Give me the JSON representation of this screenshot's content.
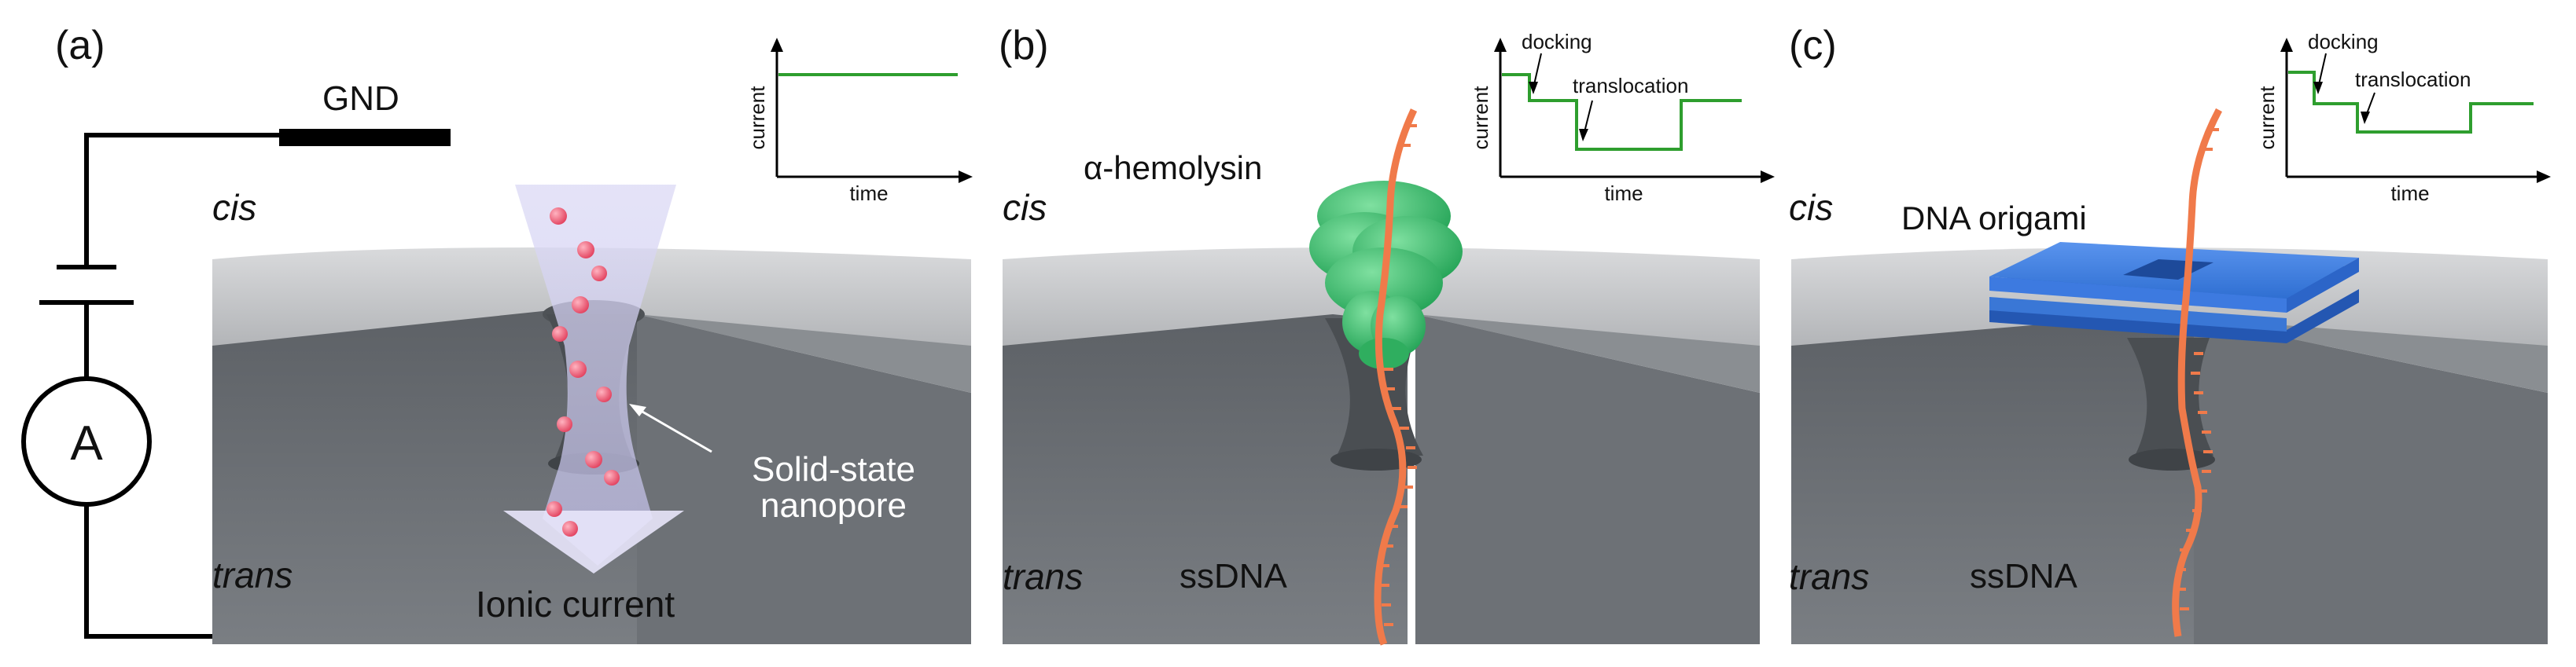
{
  "panels": {
    "a": {
      "label": "(a)",
      "cis": "cis",
      "trans": "trans",
      "gnd": "GND",
      "ammeter": "A",
      "pore_label_line1": "Solid-state",
      "pore_label_line2": "nanopore",
      "ionic_current": "Ionic current",
      "plot": {
        "ylabel": "current",
        "xlabel": "time"
      }
    },
    "b": {
      "label": "(b)",
      "cis": "cis",
      "trans": "trans",
      "protein": "α-hemolysin",
      "ssdna": "ssDNA",
      "plot": {
        "ylabel": "current",
        "xlabel": "time",
        "annot1": "docking",
        "annot2": "translocation"
      }
    },
    "c": {
      "label": "(c)",
      "cis": "cis",
      "trans": "trans",
      "origami": "DNA origami",
      "ssdna": "ssDNA",
      "plot": {
        "ylabel": "current",
        "xlabel": "time",
        "annot1": "docking",
        "annot2": "translocation"
      }
    }
  },
  "colors": {
    "membrane_top": "#c4c6c9",
    "membrane_side": "#6c7075",
    "dna": "#f07a4a",
    "protein": "#3cba6b",
    "origami": "#3a77d6",
    "trace": "#2e9e2e",
    "ion": "#e9536b"
  }
}
